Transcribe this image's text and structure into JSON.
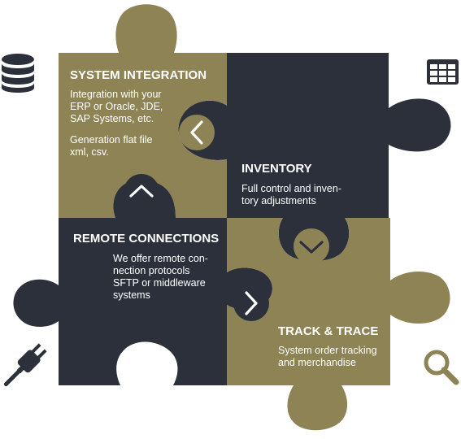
{
  "colors": {
    "olive": "#8d8354",
    "navy": "#2b303b",
    "chevron": "#ffffff",
    "icon": "#2b303b",
    "search_icon": "#8d8354"
  },
  "pieces": {
    "system_integration": {
      "title": "SYSTEM INTEGRATION",
      "lines": [
        "Integration with your",
        "ERP or Oracle, JDE,",
        "SAP Systems, etc.",
        "",
        "Generation flat file",
        "xml, csv."
      ]
    },
    "inventory": {
      "title": "INVENTORY",
      "lines": [
        "Full control and inven-",
        "tory adjustments"
      ]
    },
    "remote_connections": {
      "title": "REMOTE CONNECTIONS",
      "lines": [
        "We offer remote con-",
        "nection protocols",
        "SFTP or middleware",
        "systems"
      ]
    },
    "track_trace": {
      "title": "TRACK & TRACE",
      "lines": [
        "System order tracking",
        "and merchandise"
      ]
    }
  },
  "icons": {
    "database": "database-icon",
    "grid": "grid-table-icon",
    "plug": "plug-icon",
    "search": "search-icon"
  }
}
